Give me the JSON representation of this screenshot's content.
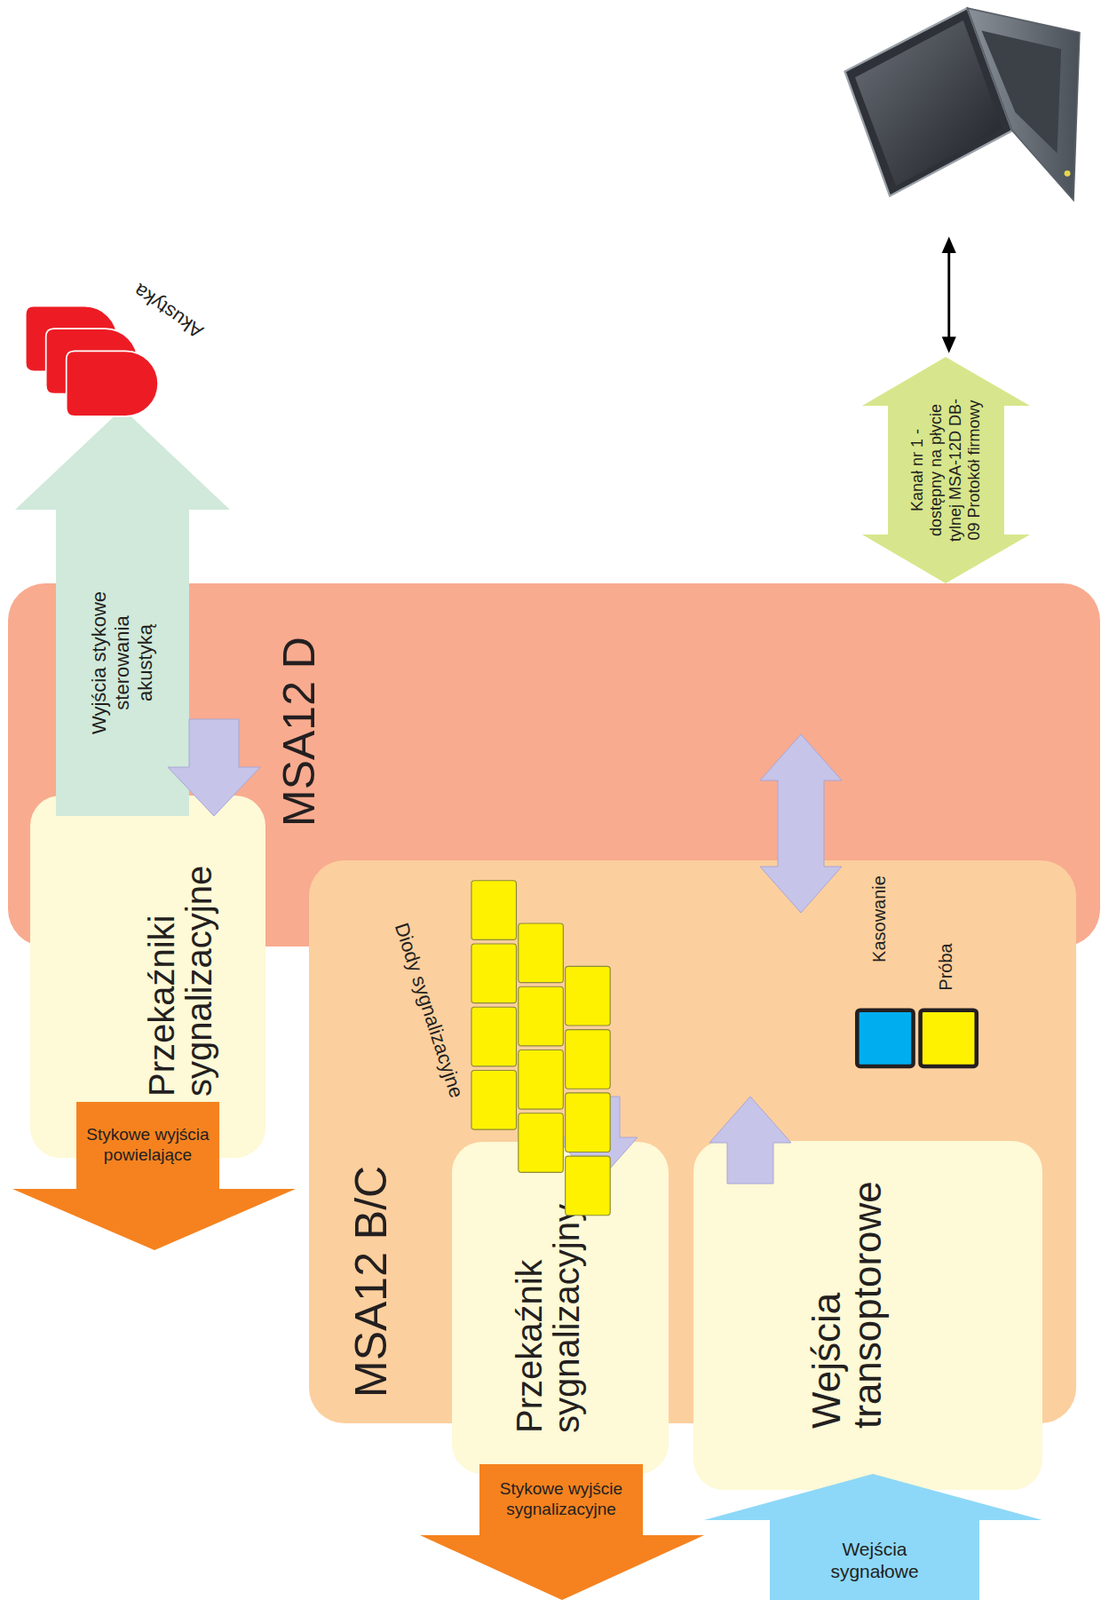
{
  "diagram": {
    "nodes": [
      {
        "text": [
          "MSA12 D"
        ]
      },
      {
        "text": [
          "MSA12 B/C"
        ]
      },
      {
        "text": [
          "Przekaźniki sygnalizacyjne"
        ]
      },
      {
        "text": [
          "Przekaźnik sygnalizacyjny"
        ]
      },
      {
        "text": [
          "Wejścia transoptorowe"
        ]
      },
      {
        "text": [
          "Wyjścia stykowe sterowania akustyką"
        ]
      },
      {
        "text": [
          "Stykowe wyjścia powielające"
        ]
      },
      {
        "text": [
          "Stykowe wyjście sygnalizacyjne"
        ]
      },
      {
        "text": [
          "Wejścia sygnałowe"
        ]
      },
      {
        "text": [
          "Kanał nr 1 - dostępny na płycie tylnej MSA-12D DB-09 Protokół firmowy"
        ]
      }
    ],
    "edges": [
      {
        "from": 0,
        "to": 2,
        "arrow": "to"
      },
      {
        "from": 1,
        "to": 0,
        "arrow": "both"
      },
      {
        "from": 1,
        "to": 3,
        "arrow": "to"
      },
      {
        "from": 4,
        "to": 1,
        "arrow": "to"
      }
    ],
    "labels": [
      "Diody sygnalizacyjne",
      "Kasowanie",
      "Próba",
      "Akustyka"
    ]
  }
}
